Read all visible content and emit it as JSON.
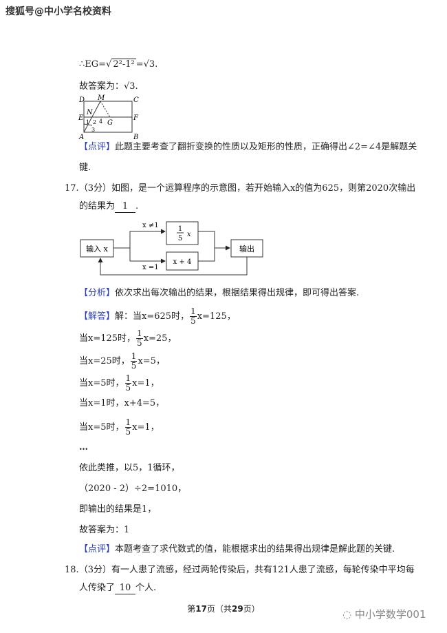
{
  "watermark": "搜狐号@中小学名校资料",
  "eg_line": {
    "prefix": "∴EG=",
    "expr": "2²-1²",
    "result": "=√3."
  },
  "answer_prev": "故答案为：√3.",
  "figure_labels": {
    "D": "D",
    "M": "M",
    "C": "C",
    "N": "N",
    "E": "E",
    "F": "F",
    "G": "G",
    "A": "A",
    "B": "B",
    "a1": "1",
    "a2": "2",
    "a3": "3",
    "a4": "4"
  },
  "comment16": {
    "tag": "【点评】",
    "text": "此题主要考查了翻折变换的性质以及矩形的性质，正确得出∠2=∠4是解题关",
    "cont": "键."
  },
  "q17": {
    "num": "17.",
    "score": "（3分）",
    "text": "如图，是一个运算程序的示意图，若开始输入x的值为625，则第2020次输出",
    "text2_pre": "的结果为",
    "answer": "1",
    "text2_post": "."
  },
  "flow": {
    "input": "输入 x",
    "cond_top": "x ≠1",
    "cond_bottom": "x =1",
    "box_top_num": "1",
    "box_top_den": "5",
    "box_top_var": "x",
    "box_bottom": "x + 4",
    "output": "输出"
  },
  "analysis": {
    "tag": "【分析】",
    "text": "依次求出每次输出的结果，根据结果得出规律，即可得出答案."
  },
  "solution": {
    "tag": "【解答】",
    "lines": [
      {
        "pre": "解：当x=625时，",
        "num": "1",
        "den": "5",
        "post": "x=125，"
      },
      {
        "pre": "当x=125时，",
        "num": "1",
        "den": "5",
        "post": "x=25，"
      },
      {
        "pre": "当x=25时，",
        "num": "1",
        "den": "5",
        "post": "x=5，"
      },
      {
        "pre": "当x=5时，",
        "num": "1",
        "den": "5",
        "post": "x=1，"
      },
      {
        "pre": "当x=1时，x+4=5，"
      },
      {
        "pre": "当x=5时，",
        "num": "1",
        "den": "5",
        "post": "x=1，"
      }
    ],
    "ellipsis": "…",
    "cycle": "依此类推，以5，1循环，",
    "calc": "（2020 - 2）÷2=1010，",
    "result": "即输出的结果是1，",
    "final": "故答案为：1"
  },
  "comment17": {
    "tag": "【点评】",
    "text": "本题考查了求代数式的值，能根据求出的结果得出规律是解此题的关键."
  },
  "q18": {
    "num": "18.",
    "score": "（3分）",
    "text": "有一人患了流感，经过两轮传染后，共有121人患了流感，每轮传染中平均每",
    "text2_pre": "人传染了",
    "answer": "10",
    "text2_post": "个人."
  },
  "footer": {
    "pre": "第",
    "page": "17",
    "mid": "页（共",
    "total": "29",
    "post": "页）"
  },
  "logo": {
    "text": "中小学数学001"
  }
}
